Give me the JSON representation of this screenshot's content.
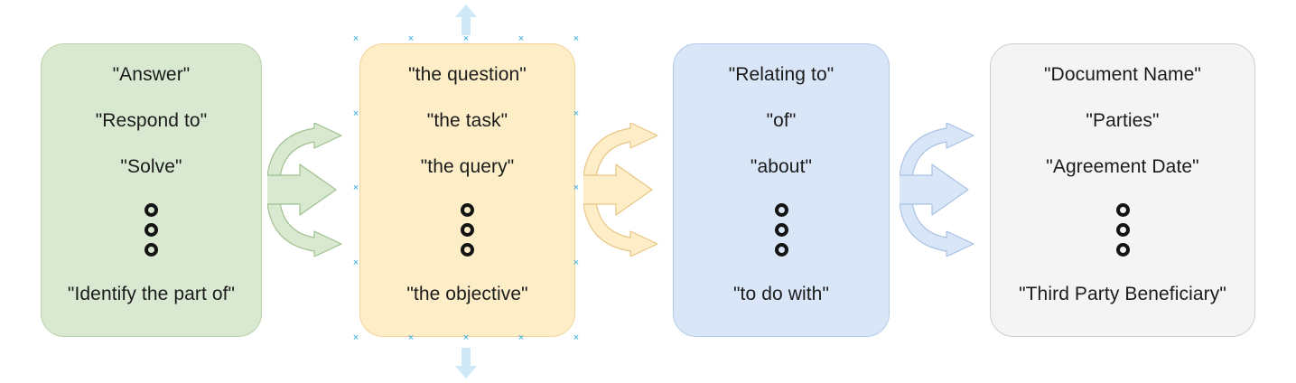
{
  "diagram": {
    "title": "Prompt template slot variants",
    "background_color": "#ffffff",
    "selected_node": "node-2"
  },
  "nodes": [
    {
      "id": "node-1",
      "name": "verb-phrase-slot",
      "fill_color": "#d9e8d1",
      "stroke_color": "#b9d3ac",
      "lines": [
        "\"Answer\"",
        "\"Respond to\"",
        "\"Solve\""
      ],
      "ellipsis": "three-circles",
      "tail": "\"Identify the part of\""
    },
    {
      "id": "node-2",
      "name": "object-phrase-slot",
      "fill_color": "#fdeec8",
      "stroke_color": "#f2d49a",
      "lines": [
        "\"the question\"",
        "\"the task\"",
        "\"the query\""
      ],
      "ellipsis": "three-circles",
      "tail": "\"the objective\""
    },
    {
      "id": "node-3",
      "name": "relation-phrase-slot",
      "fill_color": "#d9e6f8",
      "stroke_color": "#b4cbe8",
      "lines": [
        "\"Relating to\"",
        "\"of\"",
        "\"about\""
      ],
      "ellipsis": "three-circles",
      "tail": "\"to do with\""
    },
    {
      "id": "node-4",
      "name": "field-name-slot",
      "fill_color": "#f4f4f4",
      "stroke_color": "#cfcfcf",
      "lines": [
        "\"Document Name\"",
        "\"Parties\"",
        "\"Agreement Date\""
      ],
      "ellipsis": "three-circles",
      "tail": "\"Third Party Beneficiary\""
    }
  ],
  "connectors": [
    {
      "id": "connector-1",
      "name": "fan-arrow-green",
      "from": "node-1",
      "to": "node-2",
      "fill_color": "#d9e8d1",
      "stroke_color": "#9fc08e"
    },
    {
      "id": "connector-2",
      "name": "fan-arrow-yellow",
      "from": "node-2",
      "to": "node-3",
      "fill_color": "#fdeec8",
      "stroke_color": "#e8c583"
    },
    {
      "id": "connector-3",
      "name": "fan-arrow-blue",
      "from": "node-3",
      "to": "node-4",
      "fill_color": "#d9e6f8",
      "stroke_color": "#a8c2e4"
    }
  ],
  "selection": {
    "target": "node-2",
    "handle_color": "#29a8df",
    "handle_glyph": "x",
    "arrow_color": "#cfe8f7",
    "handle_count": 12,
    "arrows": [
      "up",
      "down"
    ]
  }
}
